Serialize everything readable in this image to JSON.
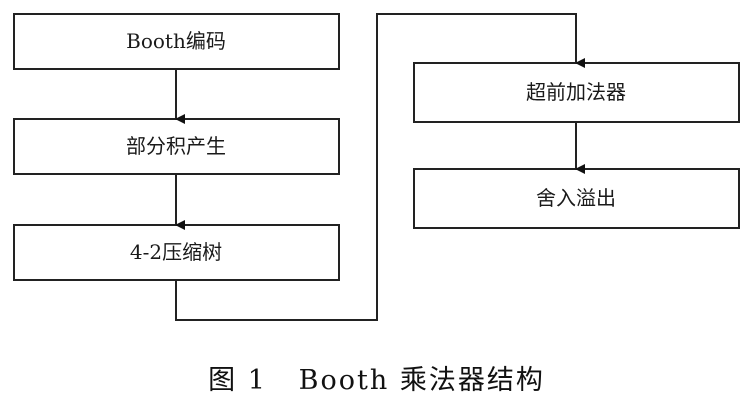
{
  "diagram": {
    "boxes": {
      "booth_encode": "Booth编码",
      "partial_product": "部分积产生",
      "compress_tree": "4-2压缩树",
      "adder": "超前加法器",
      "round_overflow": "舍入溢出"
    },
    "caption": "图 1   Booth 乘法器结构"
  },
  "colors": {
    "line": "#222222",
    "text": "#111111",
    "background": "#ffffff"
  }
}
